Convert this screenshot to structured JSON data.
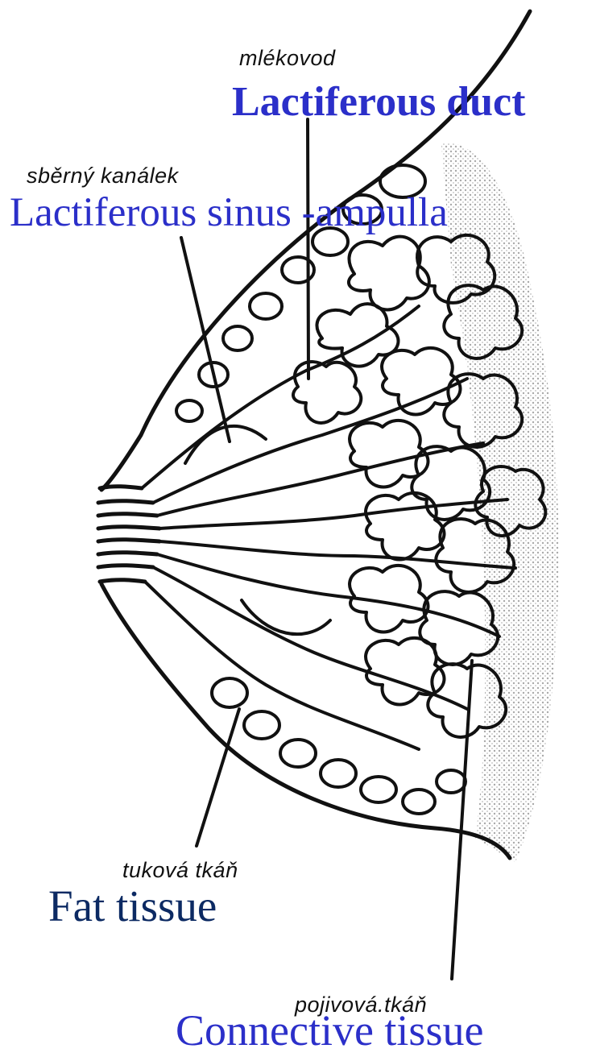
{
  "labels": {
    "duct_cz": "mlékovod",
    "duct_en": "Lactiferous duct",
    "sinus_cz": "sběrný kanálek",
    "sinus_en": "Lactiferous sinus -ampulla",
    "fat_cz": "tuková tkáň",
    "fat_en": "Fat tissue",
    "conn_cz": "pojivová.tkáň",
    "conn_en": "Connective tissue"
  },
  "colors": {
    "english_label_blue": "#2b2fc9",
    "english_label_navy": "#0c2a63",
    "ink": "#111111",
    "shading": "#b8b8b8"
  }
}
